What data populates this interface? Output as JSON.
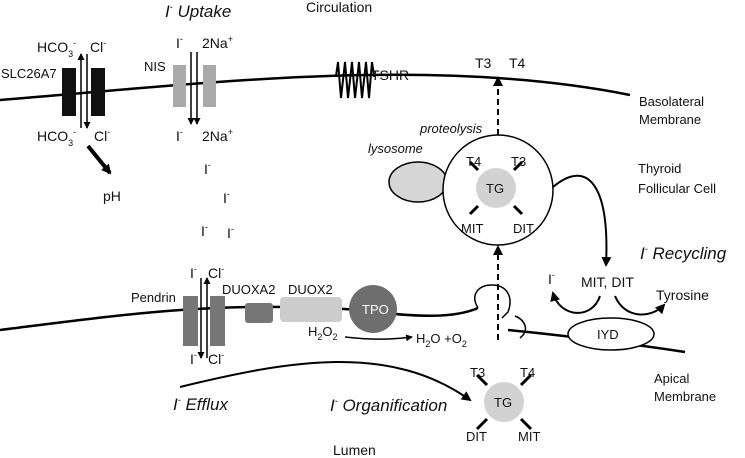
{
  "labels": {
    "circulation": "Circulation",
    "lumen": "Lumen",
    "basolateral_line1": "Basolateral",
    "basolateral_line2": "Membrane",
    "apical_line1": "Apical",
    "apical_line2": "Membrane",
    "thyroid_line1": "Thyroid",
    "thyroid_line2": "Follicular Cell",
    "i_uptake": "I- Uptake",
    "i_efflux": "I- Efflux",
    "i_organification": "I- Organification",
    "i_recycling": "I- Recycling",
    "slc26a7": "SLC26A7",
    "nis": "NIS",
    "tshr": "TSHR",
    "pendrin": "Pendrin",
    "duoxa2": "DUOXA2",
    "duox2": "DUOX2",
    "tpo": "TPO",
    "iyd": "IYD",
    "tg": "TG",
    "lysosome": "lysosome",
    "proteolysis": "proteolysis",
    "ph": "pH",
    "t3": "T3",
    "t4": "T4",
    "mit": "MIT",
    "dit": "DIT",
    "mit_dit": "MIT, DIT",
    "tyrosine": "Tyrosine",
    "hco3": "HCO3-",
    "cl": "Cl-",
    "iodide": "I-",
    "two_na": "2Na+",
    "h2o2": "H2O2",
    "h2o_o2": "H2O +O2"
  },
  "colors": {
    "dark_channel": "#111111",
    "grey_channel": "#aaaaaa",
    "mid_grey": "#777777",
    "light_grey": "#cccccc",
    "tpo": "#6e6e6e",
    "tg_circle": "#d2d2d2",
    "lysosome": "#d6d6d6",
    "stroke": "#000000"
  }
}
